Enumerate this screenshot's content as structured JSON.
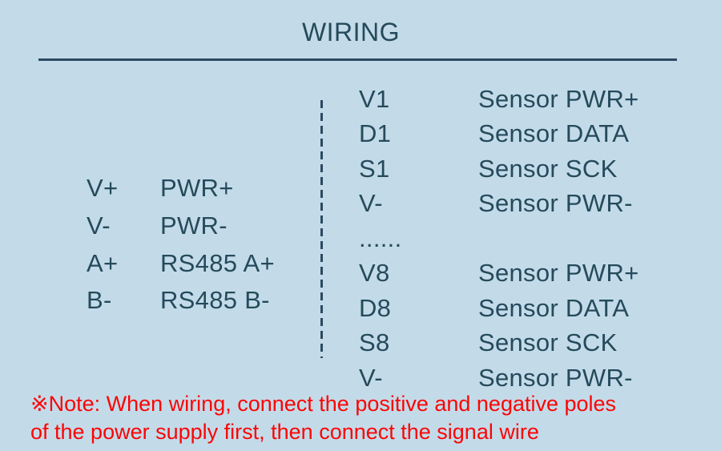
{
  "title": "WIRING",
  "colors": {
    "background": "#c3dbe9",
    "text": "#254a5c",
    "line": "#2b4960",
    "note": "#fb0505"
  },
  "power_terminals": [
    {
      "pin": "V+",
      "label": "PWR+"
    },
    {
      "pin": "V-",
      "label": "PWR-"
    },
    {
      "pin": "A+",
      "label": "RS485 A+"
    },
    {
      "pin": "B-",
      "label": "RS485 B-"
    }
  ],
  "sensor_terminals_first": [
    {
      "pin": "V1",
      "label": "Sensor PWR+"
    },
    {
      "pin": "D1",
      "label": "Sensor DATA"
    },
    {
      "pin": "S1",
      "label": "Sensor SCK"
    },
    {
      "pin": "V-",
      "label": "Sensor PWR-"
    }
  ],
  "ellipsis": "......",
  "sensor_terminals_last": [
    {
      "pin": "V8",
      "label": "Sensor PWR+"
    },
    {
      "pin": "D8",
      "label": "Sensor DATA"
    },
    {
      "pin": "S8",
      "label": "Sensor SCK"
    },
    {
      "pin": "V-",
      "label": "Sensor PWR-"
    }
  ],
  "note": {
    "line1": "※Note: When wiring, connect the positive and negative poles",
    "line2": "of the power supply first, then connect the signal wire"
  }
}
